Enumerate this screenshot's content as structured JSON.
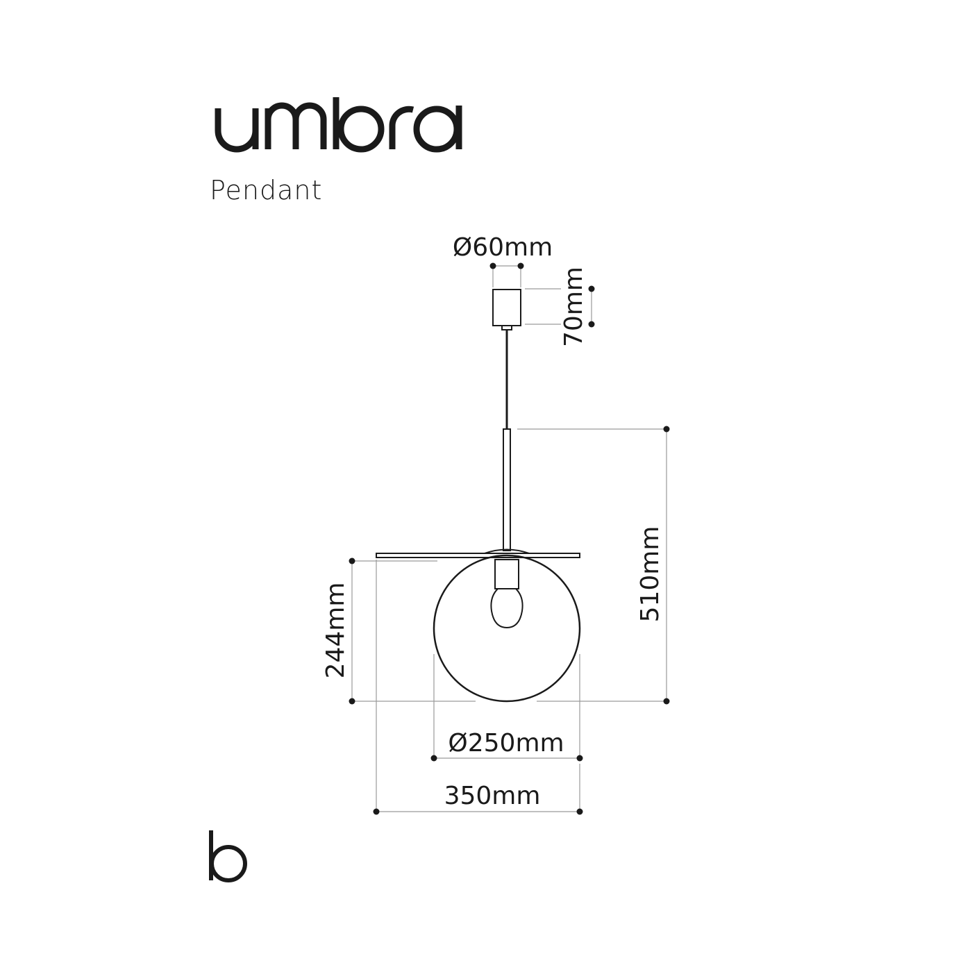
{
  "brand": {
    "name": "umbra",
    "mark": "b"
  },
  "product": {
    "type": "Pendant"
  },
  "dimensions": {
    "canopy_diameter": "Ø60mm",
    "canopy_height": "70mm",
    "total_height": "510mm",
    "globe_height": "244mm",
    "globe_diameter": "Ø250mm",
    "disc_width": "350mm"
  },
  "colors": {
    "line": "#1a1a1a",
    "dim_line": "#9a9a9a",
    "background": "#ffffff"
  }
}
